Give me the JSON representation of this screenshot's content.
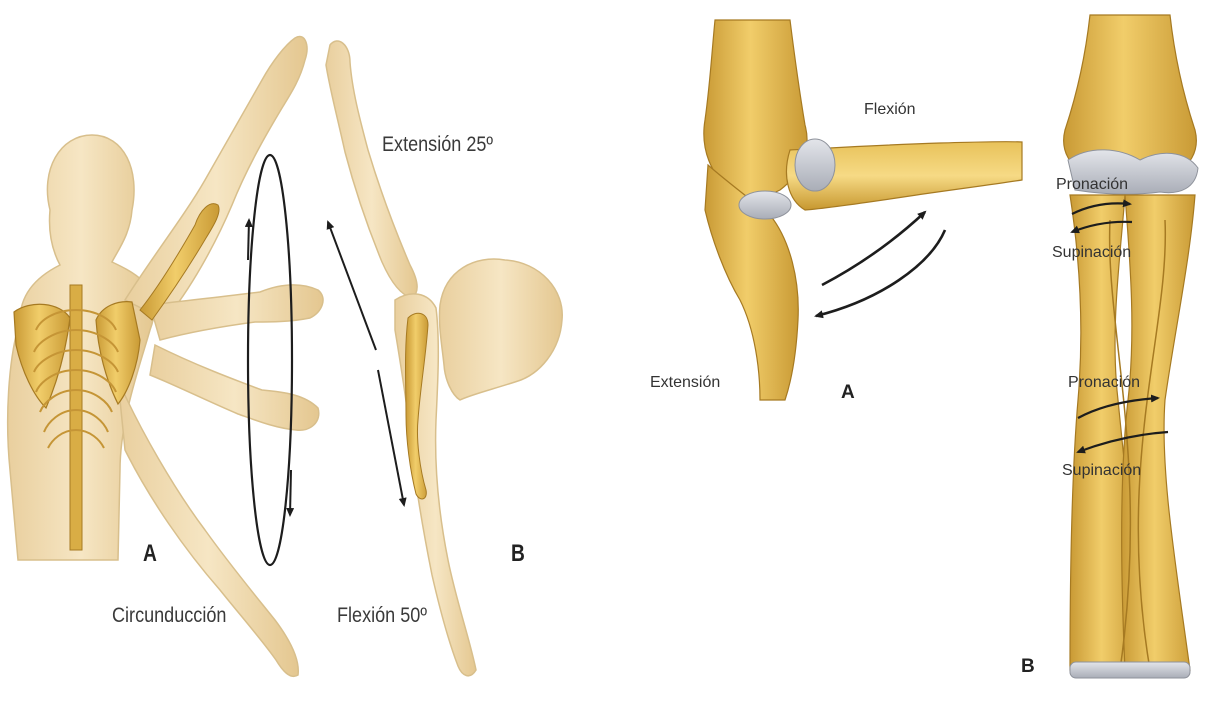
{
  "panel_left": {
    "labels": {
      "extension": "Extensión 25º",
      "circumduction": "Circunducción",
      "flexion": "Flexión 50º",
      "letter_a": "A",
      "letter_b": "B"
    }
  },
  "panel_right": {
    "labels": {
      "flexion": "Flexión",
      "extension": "Extensión",
      "letter_a": "A",
      "letter_b": "B",
      "pronation_top": "Pronación",
      "supination_top": "Supinación",
      "pronation_bottom": "Pronación",
      "supination_bottom": "Supinación"
    }
  },
  "colors": {
    "bone": "#e3b64c",
    "bone_dark": "#b98a2a",
    "skin": "#f3dfb8",
    "skin_dark": "#dcc08a",
    "cartilage": "#c9ccd3",
    "arrow": "#1d1d1d"
  }
}
